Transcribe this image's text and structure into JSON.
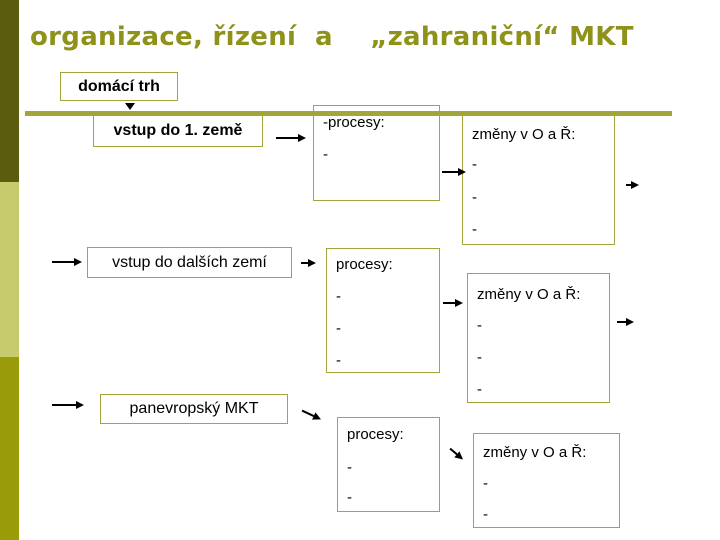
{
  "title": "organizace, řízení  a    „zahraniční“ MKT",
  "colors": {
    "title_text": "#8f921a",
    "divider_line": "#a2a63a",
    "box_border": "#a2a53c",
    "sidebar_top": "#5c5c0e",
    "sidebar_middle": "#c8cb6d",
    "sidebar_bottom": "#9a9b08",
    "arrow": "#000000"
  },
  "diagram": {
    "domestic_market": {
      "label": "domácí trh"
    },
    "row1": {
      "entry_label": "vstup do 1. země",
      "processes": {
        "label": "-procesy:",
        "items": [
          "-"
        ]
      },
      "changes": {
        "label": "změny v O a Ř:",
        "items": [
          "-",
          "-",
          "-"
        ]
      }
    },
    "row2": {
      "entry_label": "vstup do dalších zemí",
      "processes": {
        "label": "procesy:",
        "items": [
          "-",
          "-",
          "-"
        ]
      },
      "changes": {
        "label": "změny v O a Ř:",
        "items": [
          "-",
          "-",
          "-"
        ]
      }
    },
    "row3": {
      "entry_label": "panevropský MKT",
      "processes": {
        "label": "procesy:",
        "items": [
          "-",
          "-"
        ]
      },
      "changes": {
        "label": "změny v O a Ř:",
        "items": [
          "-",
          "-"
        ]
      }
    }
  }
}
